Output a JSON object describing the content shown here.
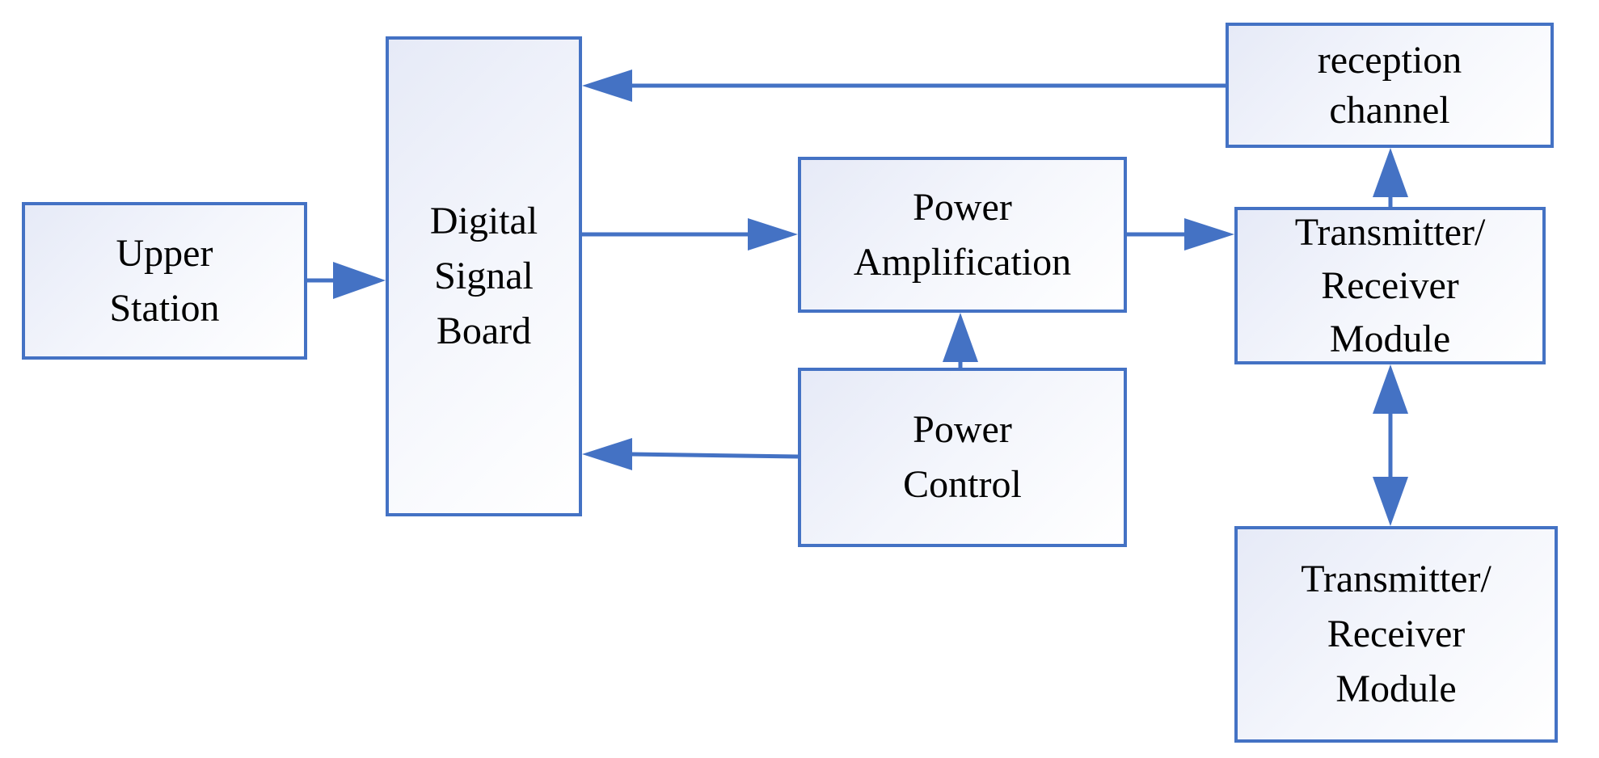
{
  "blocks": {
    "upper_station": {
      "lines": [
        "Upper",
        "Station"
      ]
    },
    "digital_signal_board": {
      "lines": [
        "Digital",
        "Signal",
        "Board"
      ]
    },
    "power_amplification": {
      "lines": [
        "Power",
        "Amplification"
      ]
    },
    "power_control": {
      "lines": [
        "Power",
        "Control"
      ]
    },
    "reception_channel": {
      "lines": [
        "reception",
        "channel"
      ]
    },
    "tr_module_1": {
      "lines": [
        "Transmitter/",
        "Receiver",
        "Module"
      ]
    },
    "tr_module_2": {
      "lines": [
        "Transmitter/",
        "Receiver",
        "Module"
      ]
    }
  },
  "colors": {
    "line": "#4472c4",
    "box_fill_start": "#e6eaf7"
  }
}
